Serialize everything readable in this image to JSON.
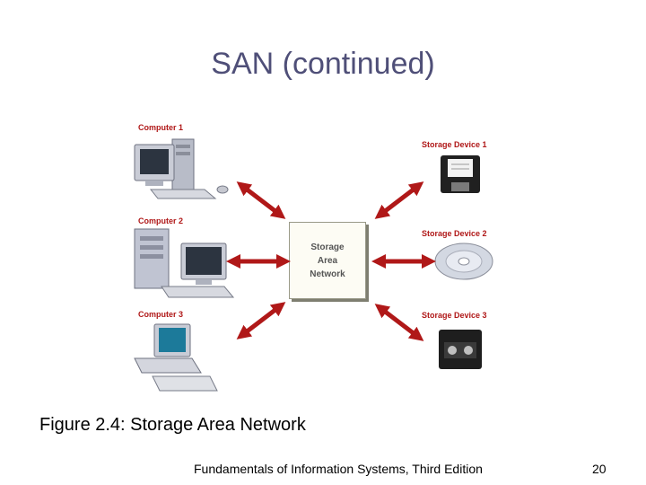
{
  "slide": {
    "title": "SAN (continued)",
    "caption": "Figure 2.4: Storage Area Network",
    "footer": "Fundamentals of Information Systems, Third Edition",
    "page_number": "20"
  },
  "diagram": {
    "center": {
      "lines": [
        "Storage",
        "Area",
        "Network"
      ]
    },
    "computers": [
      "Computer 1",
      "Computer 2",
      "Computer 3"
    ],
    "storage_devices": [
      "Storage Device 1",
      "Storage Device 2",
      "Storage Device 3"
    ],
    "colors": {
      "label": "#b01818",
      "arrow": "#b01818",
      "title": "#4f4f78"
    }
  }
}
